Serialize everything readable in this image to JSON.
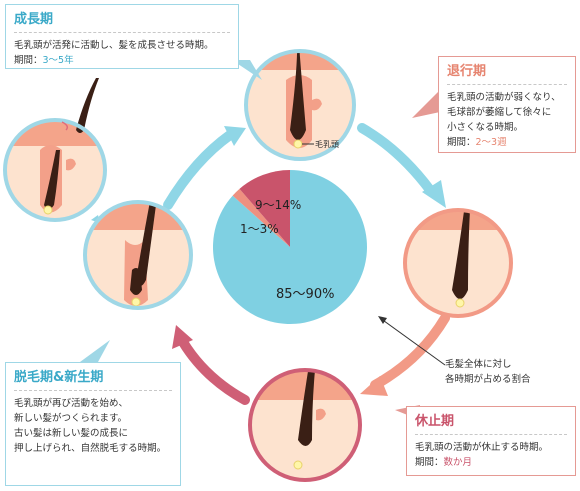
{
  "colors": {
    "blue": "#7fd0e2",
    "blue_dark": "#3aa9c8",
    "salmon": "#ee9080",
    "rose": "#c9546b",
    "skin": "#fde3cf",
    "hair": "#3a1f15"
  },
  "phases": {
    "growth": {
      "title": "成長期",
      "description": "毛乳頭が活発に活動し、髪を成長させる時期。",
      "period_label": "期間：",
      "period_value": "3〜5年"
    },
    "catagen": {
      "title": "退行期",
      "description": "毛乳頭の活動が弱くなり、\n毛球部が萎縮して徐々に\n小さくなる時期。",
      "period_label": "期間：",
      "period_value": "2〜3週"
    },
    "telogen": {
      "title": "休止期",
      "description": "毛乳頭の活動が休止する時期。",
      "period_label": "期間：",
      "period_value": "数か月"
    },
    "exogen": {
      "title": "脱毛期&新生期",
      "description": "毛乳頭が再び活動を始め、\n新しい髪がつくられます。\n古い髪は新しい髪の成長に\n押し上げられ、自然脱毛する時期。"
    }
  },
  "papilla_label": "毛乳頭",
  "pie_note": "毛髪全体に対し\n各時期が占める割合",
  "pie": {
    "slices": [
      {
        "label": "85〜90%",
        "value": 87.5,
        "color": "#7fd0e2"
      },
      {
        "label": "1〜3%",
        "value": 2,
        "color": "#ee9080"
      },
      {
        "label": "9〜14%",
        "value": 11.5,
        "color": "#c9546b"
      }
    ]
  }
}
